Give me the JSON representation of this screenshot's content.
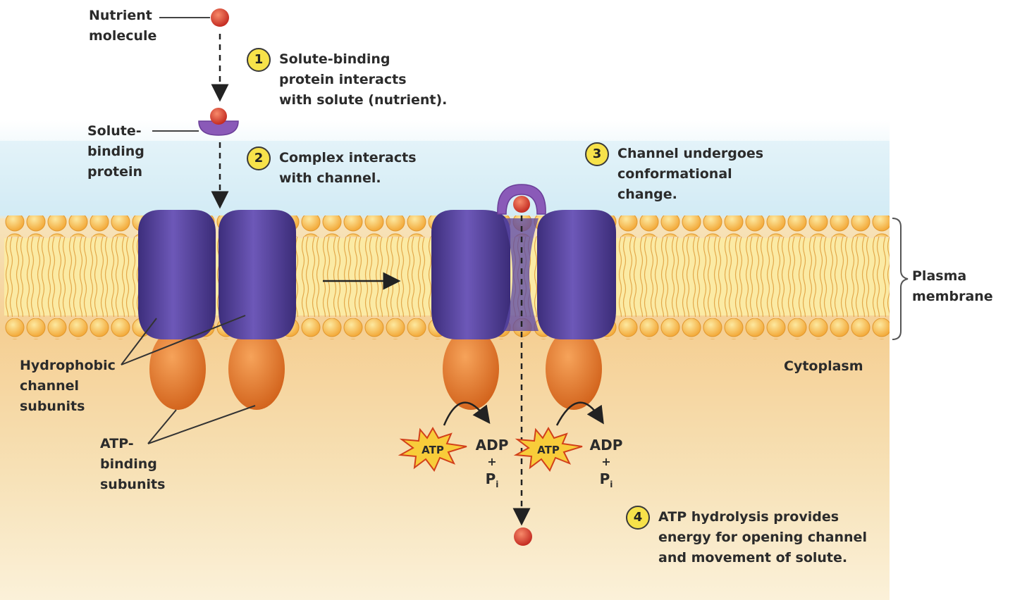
{
  "labels": {
    "nutrient": [
      "Nutrient",
      "molecule"
    ],
    "solute_binding": [
      "Solute-",
      "binding",
      "protein"
    ],
    "hydrophobic": [
      "Hydrophobic",
      "channel",
      "subunits"
    ],
    "atp_binding": [
      "ATP-",
      "binding",
      "subunits"
    ],
    "plasma_membrane": [
      "Plasma",
      "membrane"
    ],
    "cytoplasm": "Cytoplasm"
  },
  "steps": [
    {
      "number": "1",
      "lines": [
        "Solute-binding",
        "protein interacts",
        "with solute (nutrient)."
      ]
    },
    {
      "number": "2",
      "lines": [
        "Complex interacts",
        "with channel."
      ]
    },
    {
      "number": "3",
      "lines": [
        "Channel undergoes",
        "conformational",
        "change."
      ]
    },
    {
      "number": "4",
      "lines": [
        "ATP hydrolysis provides",
        "energy for opening channel",
        "and movement of solute."
      ]
    }
  ],
  "reaction": {
    "atp": "ATP",
    "adp": "ADP",
    "plus": "+",
    "pi": "P",
    "pi_sub": "i"
  },
  "colors": {
    "channel": "#5a44a0",
    "atp_subunit": "#e8782a",
    "membrane_head": "#f7b440",
    "solute": "#d8322a",
    "binding_protein": "#7a4aa8",
    "badge": "#f7e24a"
  }
}
